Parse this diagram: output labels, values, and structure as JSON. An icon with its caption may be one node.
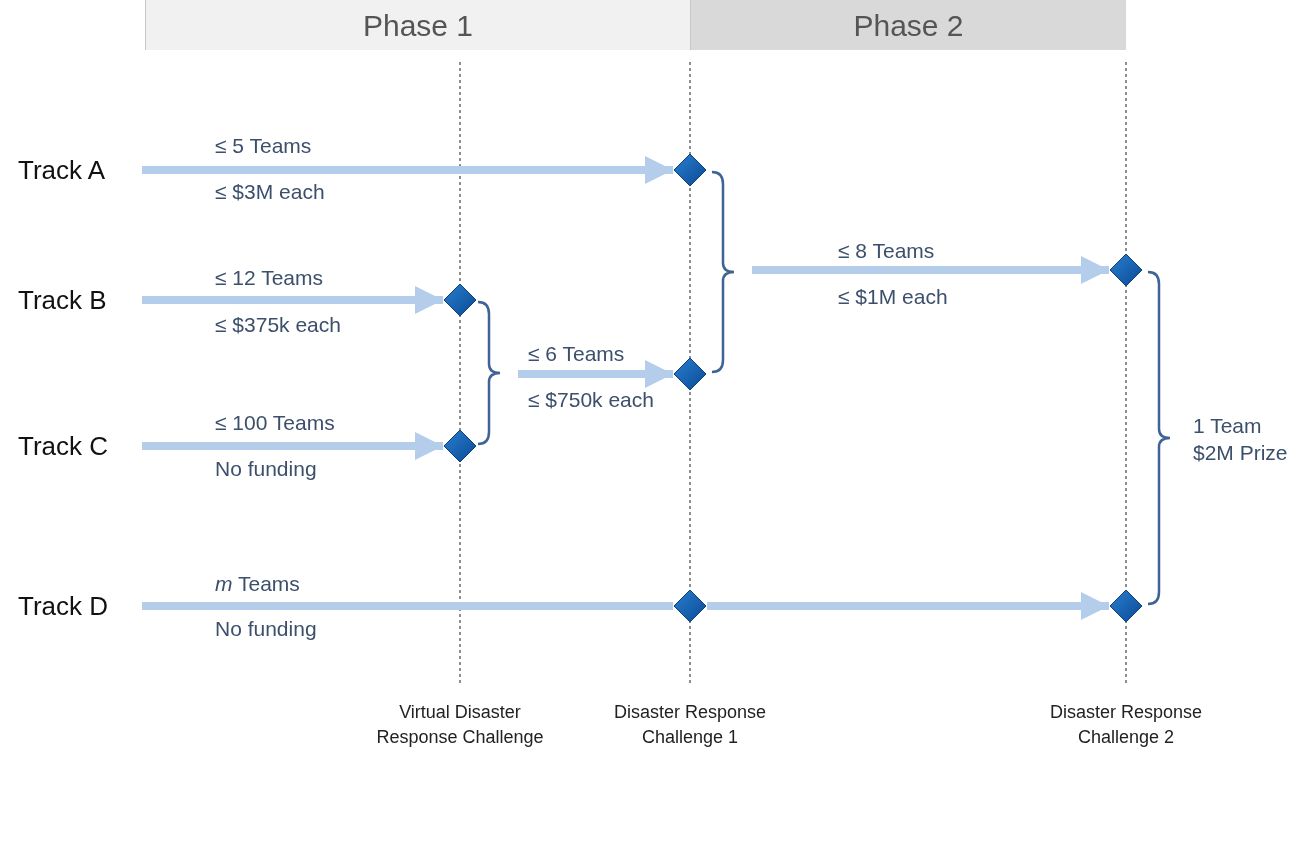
{
  "diagram": {
    "nodes": [
      {
        "text": [
          "Phase 1"
        ]
      },
      {
        "text": [
          "Phase 2"
        ]
      },
      {
        "text": [
          "Track A"
        ]
      },
      {
        "text": [
          "Track B"
        ]
      },
      {
        "text": [
          "Track C"
        ]
      },
      {
        "text": [
          "Track D"
        ]
      },
      {
        "text": [],
        "shape": "diamond"
      },
      {
        "text": [],
        "shape": "diamond"
      },
      {
        "text": [],
        "shape": "diamond"
      },
      {
        "text": [],
        "shape": "diamond"
      },
      {
        "text": [],
        "shape": "diamond"
      },
      {
        "text": [],
        "shape": "diamond"
      },
      {
        "text": [],
        "shape": "diamond"
      }
    ],
    "edges": [
      {
        "from": 2,
        "to": 6,
        "arrow": "to"
      },
      {
        "from": 3,
        "to": 7,
        "arrow": "to"
      },
      {
        "from": 4,
        "to": 8,
        "arrow": "to"
      },
      {
        "from": null,
        "to": 9,
        "arrow": "to"
      },
      {
        "from": null,
        "to": 11,
        "arrow": "to"
      },
      {
        "from": 5,
        "to": 10,
        "arrow": "none"
      },
      {
        "from": 10,
        "to": 12,
        "arrow": "to"
      }
    ],
    "labels": [
      "≤ 5 Teams",
      "≤ $3M each",
      "≤ 12 Teams",
      "≤ $375k each",
      "≤ 100 Teams",
      "No funding",
      "≤ 6 Teams",
      "≤ $750k each",
      "≤ 8 Teams",
      "≤ $1M each",
      "1 Team $2M Prize",
      "*m* Teams",
      "No funding",
      "Virtual Disaster Response Challenge",
      "Disaster Response Challenge 1",
      "Disaster Response Challenge 2"
    ]
  }
}
